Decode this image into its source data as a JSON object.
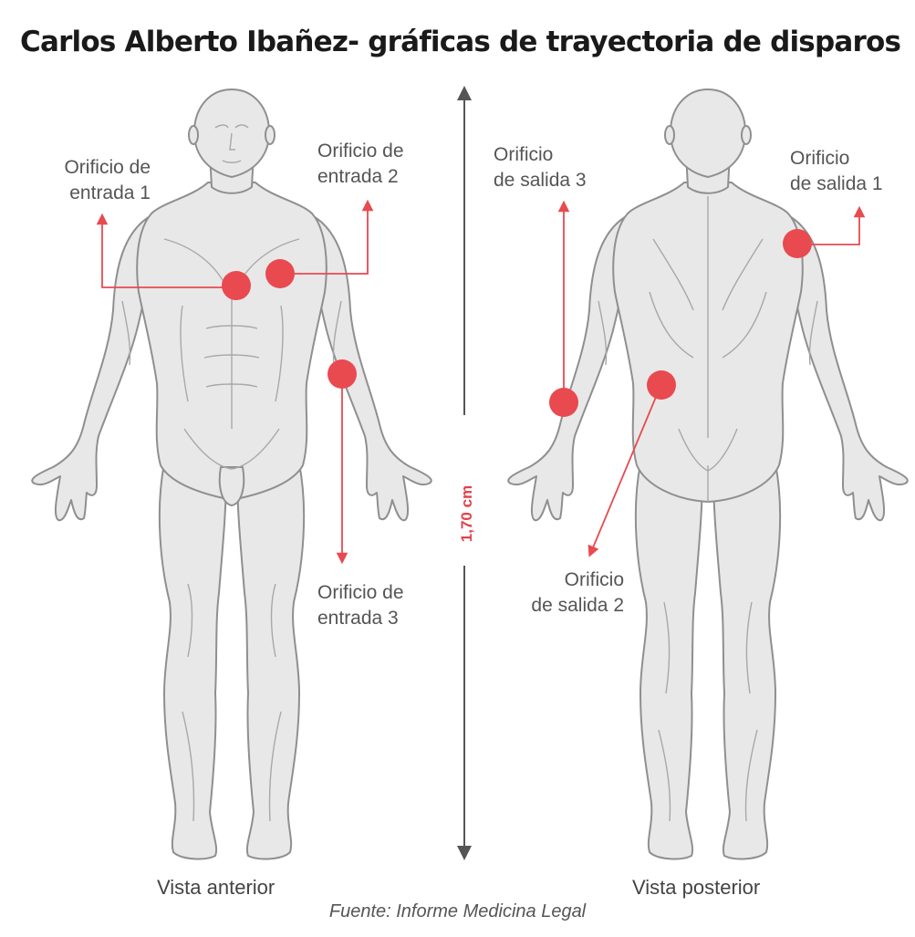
{
  "title": "Carlos Alberto Ibañez- gráficas de trayectoria de disparos",
  "colors": {
    "accent": "#e84a50",
    "body_fill": "#e8e8e8",
    "body_outline": "#8f8f8f"
  },
  "height_label": "1,70 cm",
  "views": {
    "anterior": "Vista anterior",
    "posterior": "Vista posterior"
  },
  "wounds": {
    "entrada_1": [
      "Orificio de",
      "entrada 1"
    ],
    "entrada_2": [
      "Orificio de",
      "entrada 2"
    ],
    "entrada_3": [
      "Orificio de",
      "entrada 3"
    ],
    "salida_1": [
      "Orificio",
      "de salida 1"
    ],
    "salida_2": [
      "Orificio",
      "de salida 2"
    ],
    "salida_3": [
      "Orificio",
      "de salida 3"
    ]
  },
  "source": "Fuente: Informe Medicina Legal"
}
